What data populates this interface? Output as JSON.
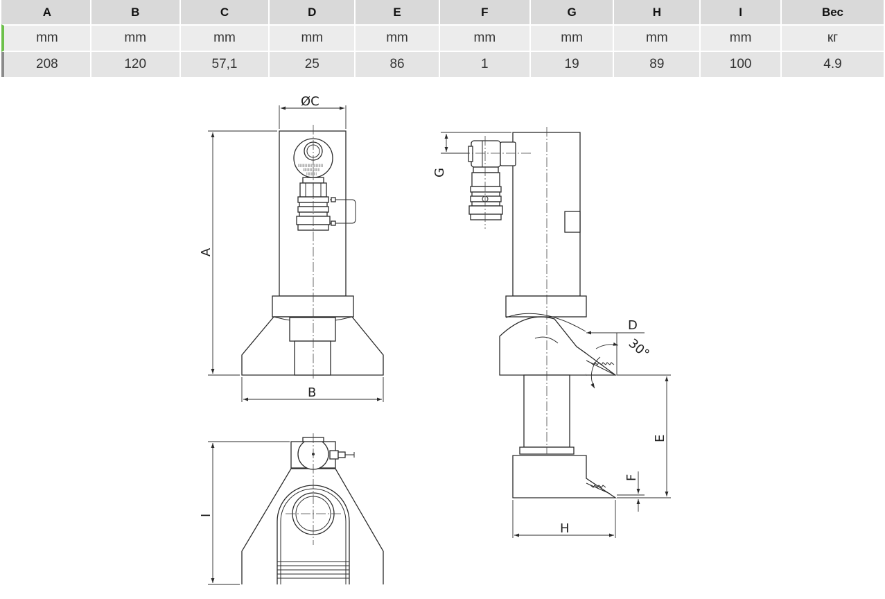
{
  "table": {
    "headers": [
      "A",
      "B",
      "C",
      "D",
      "E",
      "F",
      "G",
      "H",
      "I",
      "Вес"
    ],
    "units": [
      "mm",
      "mm",
      "mm",
      "mm",
      "mm",
      "mm",
      "mm",
      "mm",
      "mm",
      "кг"
    ],
    "values": [
      "208",
      "120",
      "57,1",
      "25",
      "86",
      "1",
      "19",
      "89",
      "100",
      "4.9"
    ]
  },
  "drawing": {
    "labels": {
      "A": "A",
      "B": "B",
      "C": "ØC",
      "D": "D",
      "E": "E",
      "F": "F",
      "G": "G",
      "H": "H",
      "I": "I",
      "angle": "30°"
    }
  }
}
